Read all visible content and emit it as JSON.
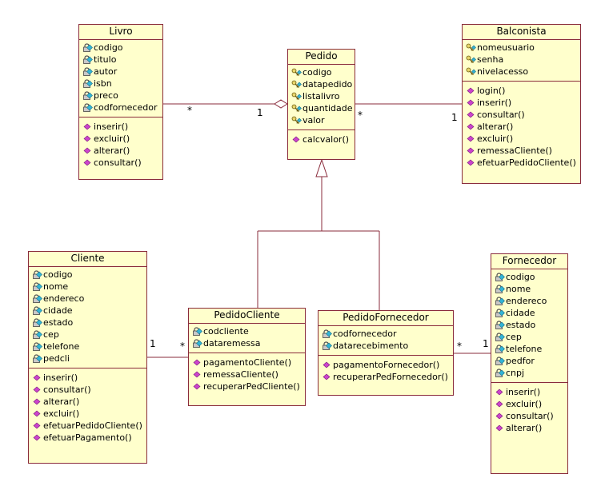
{
  "colors": {
    "box_fill": "#ffffcc",
    "box_border": "#8a2b3b",
    "line": "#8a2b3b"
  },
  "classes": {
    "livro": {
      "name": "Livro",
      "attributes": [
        {
          "icon": "lock-attribute-icon",
          "label": "codigo"
        },
        {
          "icon": "lock-attribute-icon",
          "label": "titulo"
        },
        {
          "icon": "lock-attribute-icon",
          "label": "autor"
        },
        {
          "icon": "lock-attribute-icon",
          "label": "isbn"
        },
        {
          "icon": "lock-attribute-icon",
          "label": "preco"
        },
        {
          "icon": "lock-attribute-icon",
          "label": "codfornecedor"
        }
      ],
      "operations": [
        "inserir()",
        "excluir()",
        "alterar()",
        "consultar()"
      ]
    },
    "pedido": {
      "name": "Pedido",
      "attributes": [
        {
          "icon": "key-attribute-icon",
          "label": "codigo"
        },
        {
          "icon": "key-attribute-icon",
          "label": "datapedido"
        },
        {
          "icon": "key-attribute-icon",
          "label": "listalivro"
        },
        {
          "icon": "key-attribute-icon",
          "label": "quantidade"
        },
        {
          "icon": "key-attribute-icon",
          "label": "valor"
        }
      ],
      "operations": [
        "calcvalor()"
      ]
    },
    "balconista": {
      "name": "Balconista",
      "attributes": [
        {
          "icon": "key-attribute-icon",
          "label": "nomeusuario"
        },
        {
          "icon": "key-attribute-icon",
          "label": "senha"
        },
        {
          "icon": "key-attribute-icon",
          "label": "nivelacesso"
        }
      ],
      "operations": [
        "login()",
        "inserir()",
        "consultar()",
        "alterar()",
        "excluir()",
        "remessaCliente()",
        "efetuarPedidoCliente()"
      ]
    },
    "cliente": {
      "name": "Cliente",
      "attributes": [
        {
          "icon": "lock-attribute-icon",
          "label": "codigo"
        },
        {
          "icon": "lock-attribute-icon",
          "label": "nome"
        },
        {
          "icon": "lock-attribute-icon",
          "label": "endereco"
        },
        {
          "icon": "lock-attribute-icon",
          "label": "cidade"
        },
        {
          "icon": "lock-attribute-icon",
          "label": "estado"
        },
        {
          "icon": "lock-attribute-icon",
          "label": "cep"
        },
        {
          "icon": "lock-attribute-icon",
          "label": "telefone"
        },
        {
          "icon": "lock-attribute-icon",
          "label": "pedcli"
        }
      ],
      "operations": [
        "inserir()",
        "consultar()",
        "alterar()",
        "excluir()",
        "efetuarPedidoCliente()",
        "efetuarPagamento()"
      ]
    },
    "pedido_cliente": {
      "name": "PedidoCliente",
      "attributes": [
        {
          "icon": "lock-attribute-icon",
          "label": "codcliente"
        },
        {
          "icon": "lock-attribute-icon",
          "label": "dataremessa"
        }
      ],
      "operations": [
        "pagamentoCliente()",
        "remessaCliente()",
        "recuperarPedCliente()"
      ]
    },
    "pedido_fornecedor": {
      "name": "PedidoFornecedor",
      "attributes": [
        {
          "icon": "lock-attribute-icon",
          "label": "codfornecedor"
        },
        {
          "icon": "lock-attribute-icon",
          "label": "datarecebimento"
        }
      ],
      "operations": [
        "pagamentoFornecedor()",
        "recuperarPedFornecedor()"
      ]
    },
    "fornecedor": {
      "name": "Fornecedor",
      "attributes": [
        {
          "icon": "lock-attribute-icon",
          "label": "codigo"
        },
        {
          "icon": "lock-attribute-icon",
          "label": "nome"
        },
        {
          "icon": "lock-attribute-icon",
          "label": "endereco"
        },
        {
          "icon": "lock-attribute-icon",
          "label": "cidade"
        },
        {
          "icon": "lock-attribute-icon",
          "label": "estado"
        },
        {
          "icon": "lock-attribute-icon",
          "label": "cep"
        },
        {
          "icon": "lock-attribute-icon",
          "label": "telefone"
        },
        {
          "icon": "lock-attribute-icon",
          "label": "pedfor"
        },
        {
          "icon": "lock-attribute-icon",
          "label": "cnpj"
        }
      ],
      "operations": [
        "inserir()",
        "excluir()",
        "consultar()",
        "alterar()"
      ]
    }
  },
  "multiplicities": {
    "livro_pedido_many": "*",
    "livro_pedido_one": "1",
    "pedido_balconista_many": "*",
    "pedido_balconista_one": "1",
    "cliente_pedidocliente_one": "1",
    "cliente_pedidocliente_many": "*",
    "pedidofornecedor_fornecedor_many": "*",
    "pedidofornecedor_fornecedor_one": "1"
  }
}
